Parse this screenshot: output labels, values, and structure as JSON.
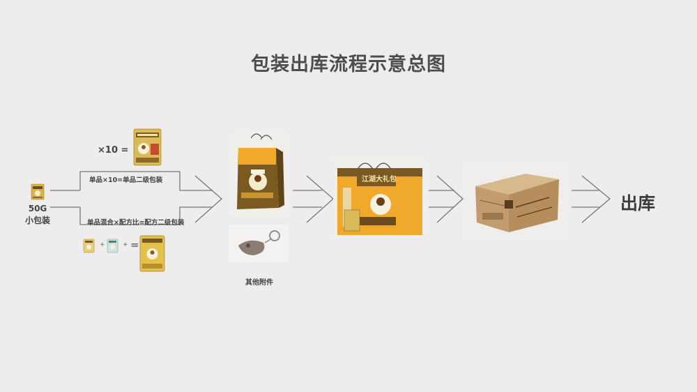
{
  "title": "包装出库流程示意总图",
  "small_pack_label_1": "50G",
  "small_pack_label_2": "小包装",
  "times_ten": "×10 =",
  "branch_top_label": "单品×10=单品二级包装",
  "branch_bottom_label": "单品混合×配方比=配方二级包装",
  "plus": "+",
  "equals": "=",
  "accessories_label": "其他附件",
  "output_label": "出库",
  "gift_box_text": "江湖大礼包",
  "colors": {
    "background": "#eeecec",
    "line": "#777777",
    "pack_gold": "#d8b44a",
    "bag_brown": "#7a5a20",
    "box_orange": "#f0a92a",
    "carton": "#c8a479"
  }
}
